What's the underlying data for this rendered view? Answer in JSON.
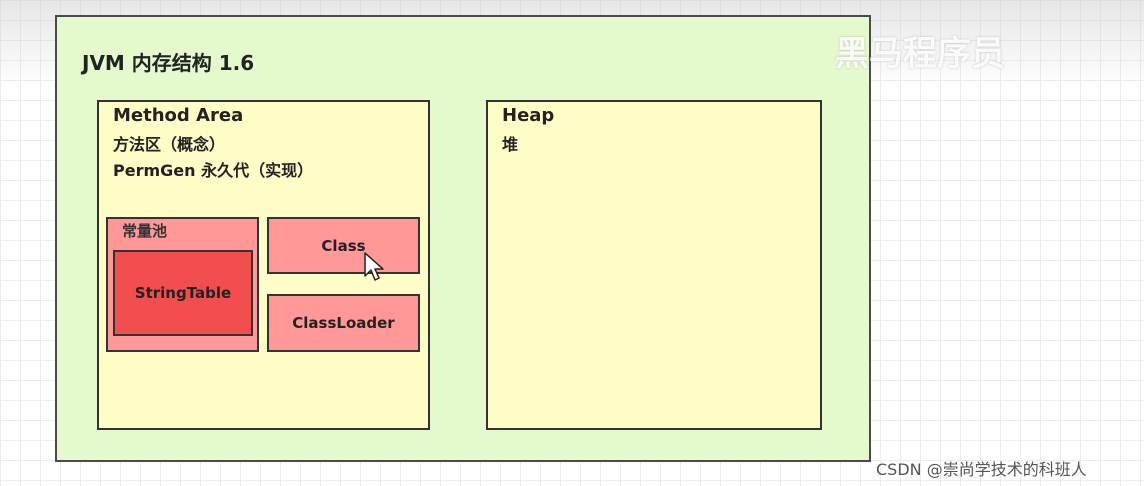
{
  "diagram": {
    "title": "JVM 内存结构 1.6",
    "method_area": {
      "title": "Method Area",
      "line1": "方法区（概念）",
      "line2": "PermGen 永久代（实现）"
    },
    "constant_pool": {
      "label": "常量池",
      "string_table": "StringTable"
    },
    "class_box": "Class",
    "classloader_box": "ClassLoader",
    "heap": {
      "title": "Heap",
      "subtitle": "堆"
    }
  },
  "watermarks": {
    "top": "黑马程序员",
    "bottom": "CSDN @崇尚学技术的科班人"
  },
  "colors": {
    "outer_bg": "#e4f9cc",
    "region_bg": "#fffdc6",
    "pool_bg": "#ff9896",
    "string_table_bg": "#f24e4e"
  }
}
